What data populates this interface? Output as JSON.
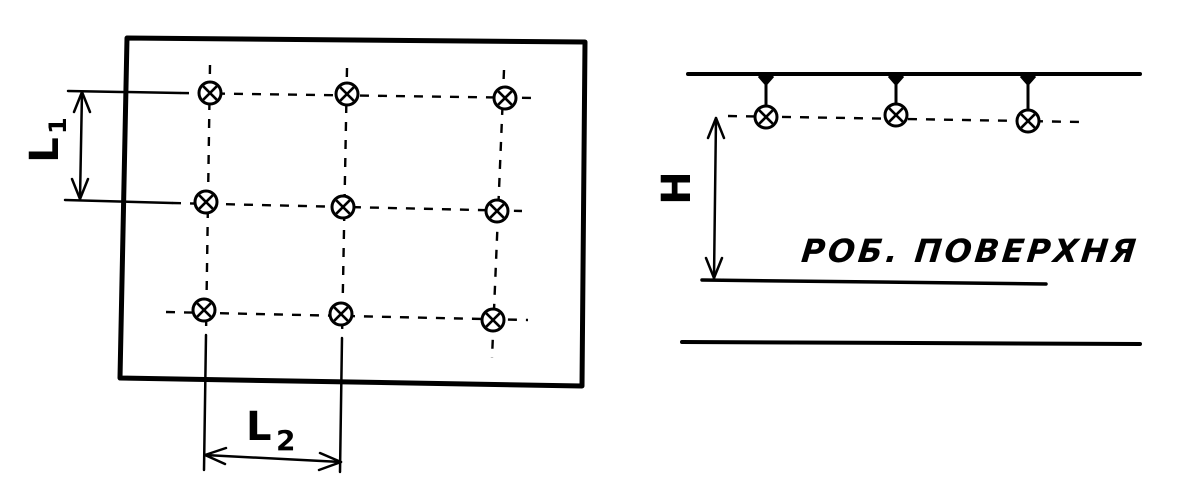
{
  "plan_view": {
    "label_l1": "L",
    "label_l1_sub": "1",
    "label_l2": "L",
    "label_l2_sub": "2",
    "rows": 3,
    "cols": 3
  },
  "section_view": {
    "label_h": "H",
    "work_surface_label": "РОБ. ПОВЕРХНЯ",
    "lamps": 3
  },
  "icons": {
    "luminaire": "luminaire-cross-circle-icon"
  }
}
